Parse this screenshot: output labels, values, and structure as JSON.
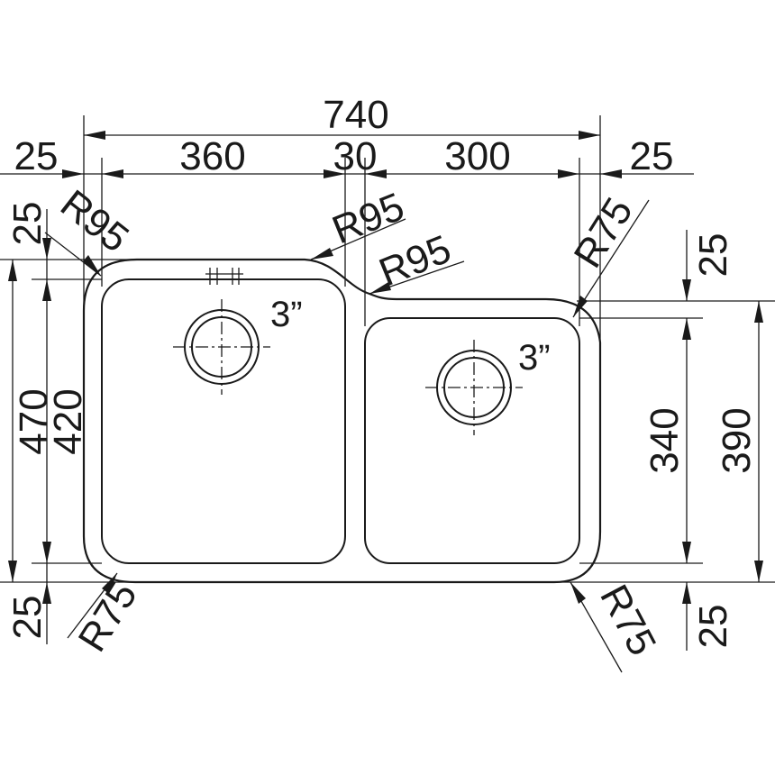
{
  "dimensions": {
    "overall_width": "740",
    "left_flange": "25",
    "left_bowl_width": "360",
    "divider_width": "30",
    "right_bowl_width": "300",
    "right_flange": "25",
    "left_top_flange": "25",
    "left_overall_height": "470",
    "left_bowl_height": "420",
    "left_bottom_flange": "25",
    "right_top_flange": "25",
    "right_bowl_height": "340",
    "right_overall_height": "390",
    "right_bottom_flange": "25"
  },
  "radii": {
    "top_left": "R95",
    "top_center_left": "R95",
    "top_center_right": "R95",
    "top_right": "R75",
    "bottom_left": "R75",
    "bottom_right": "R75"
  },
  "drains": {
    "left": "3”",
    "right": "3”"
  },
  "colors": {
    "line": "#1a1a1a",
    "background": "#ffffff"
  }
}
